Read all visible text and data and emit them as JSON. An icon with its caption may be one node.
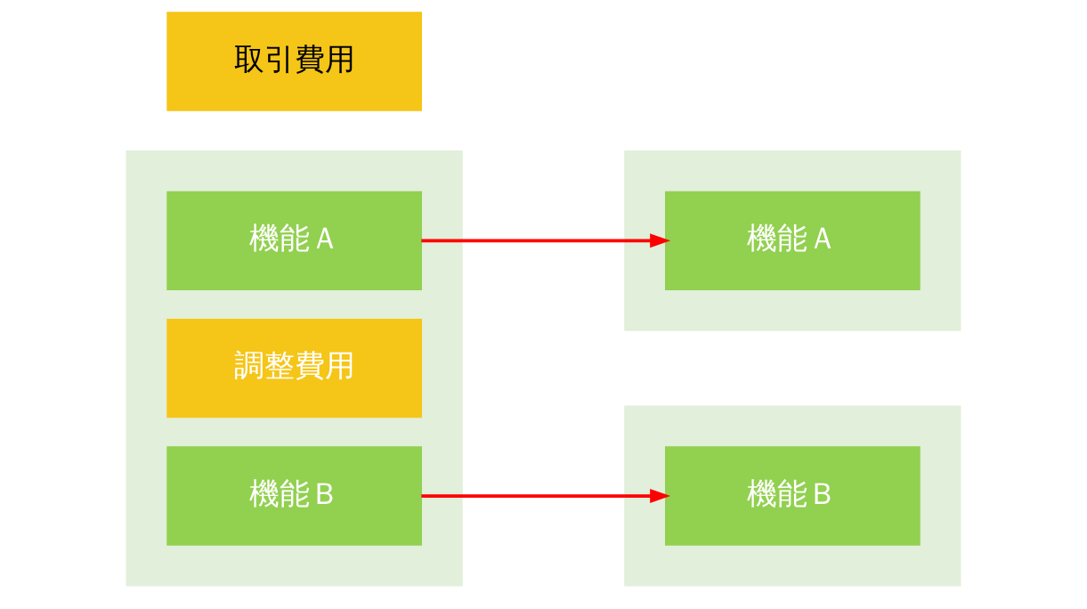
{
  "diagram": {
    "nodes": [
      {
        "text": [],
        "shape": "box"
      },
      {
        "text": [
          "機能Ａ"
        ],
        "in": 0
      },
      {
        "text": [
          "調整費用"
        ],
        "in": 0
      },
      {
        "text": [
          "機能Ｂ"
        ],
        "in": 0
      },
      {
        "text": [],
        "shape": "box"
      },
      {
        "text": [
          "機能Ａ"
        ],
        "in": 4
      },
      {
        "text": [
          "取引費用"
        ]
      },
      {
        "text": [],
        "shape": "box"
      },
      {
        "text": [
          "機能Ｂ"
        ],
        "in": 7
      }
    ],
    "edges": [
      {
        "from": 1,
        "to": 5,
        "arrow": "to",
        "color": "#ff0000"
      },
      {
        "from": 3,
        "to": 8,
        "arrow": "to",
        "color": "#ff0000"
      }
    ]
  }
}
